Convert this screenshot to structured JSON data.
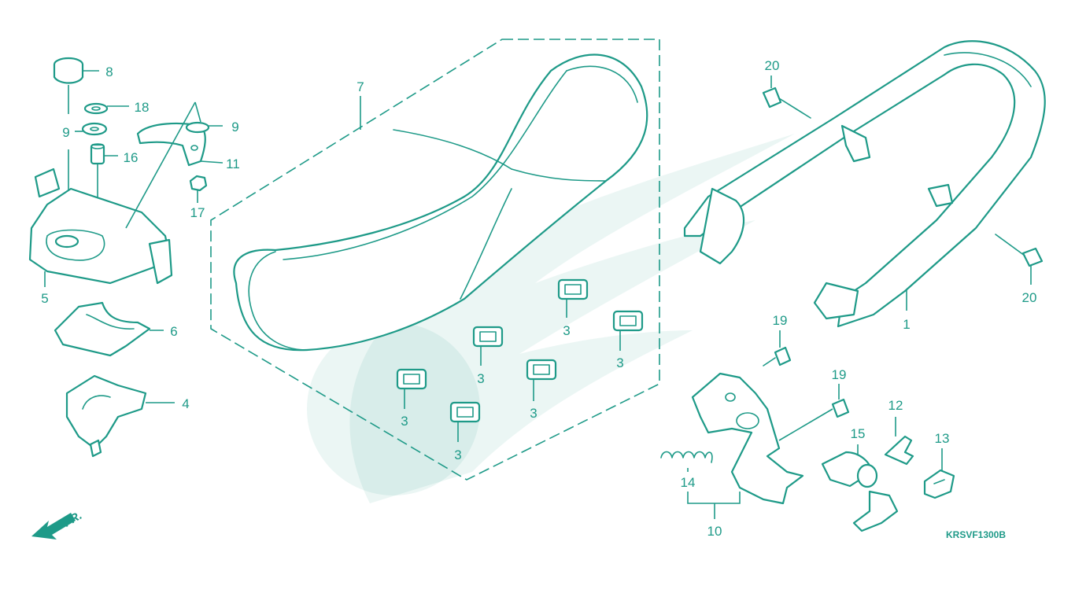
{
  "diagram": {
    "code": "KRSVF1300B",
    "front_marker": "FR.",
    "accent_color": "#1e9a88",
    "callouts": {
      "c1": "1",
      "c3a": "3",
      "c3b": "3",
      "c3c": "3",
      "c3d": "3",
      "c3e": "3",
      "c3f": "3",
      "c4": "4",
      "c5": "5",
      "c6": "6",
      "c7": "7",
      "c8": "8",
      "c9a": "9",
      "c9b": "9",
      "c10": "10",
      "c11": "11",
      "c12": "12",
      "c13": "13",
      "c14": "14",
      "c15": "15",
      "c16": "16",
      "c17": "17",
      "c18": "18",
      "c19a": "19",
      "c19b": "19",
      "c20a": "20",
      "c20b": "20"
    }
  }
}
